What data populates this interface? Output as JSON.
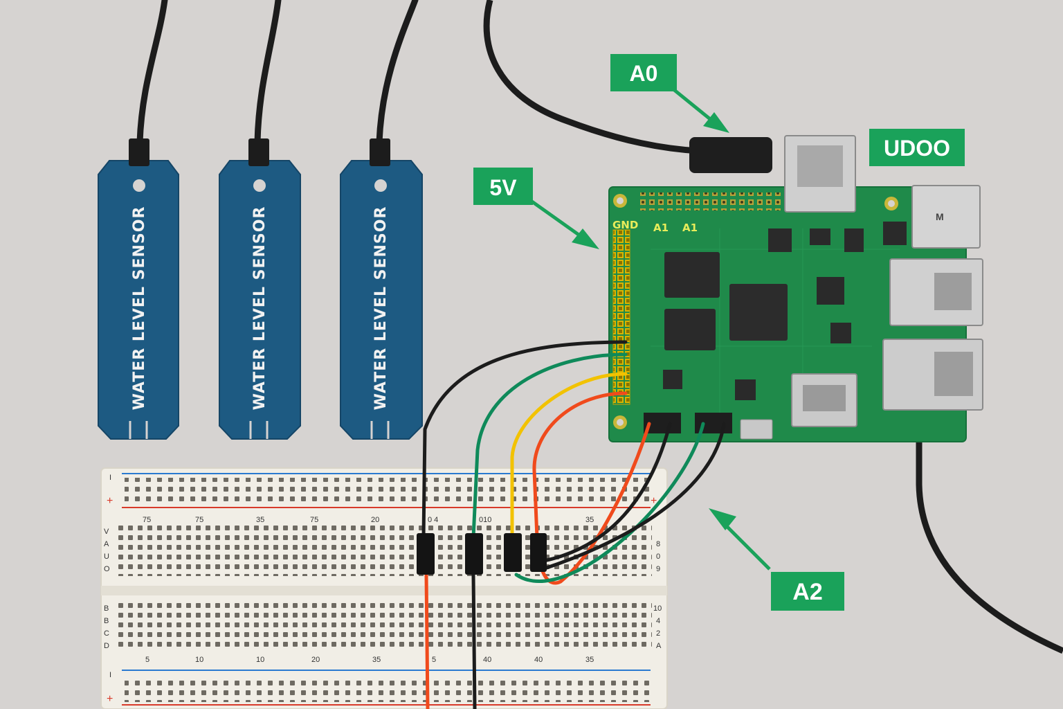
{
  "sensors": [
    {
      "label": "WATER LEVEL SENSOR"
    },
    {
      "label": "WATER LEVEL SENSOR"
    },
    {
      "label": "WATER LEVEL SENSOR"
    }
  ],
  "callouts": {
    "a0": "A0",
    "udoo": "UDOO",
    "v5": "5V",
    "a2": "A2",
    "accent_color": "#1aa25a"
  },
  "board": {
    "gnd": "GND",
    "a1_left": "A1",
    "a1_right": "A1",
    "usb_mark": "M"
  },
  "breadboard": {
    "top_numbers": [
      "75",
      "75",
      "35",
      "75",
      "20",
      "0 4",
      "010",
      "35"
    ],
    "bottom_numbers": [
      "5",
      "10",
      "10",
      "20",
      "35",
      "5",
      "40",
      "40",
      "35"
    ],
    "left_top_letters": [
      "V",
      "A",
      "U",
      "O"
    ],
    "left_bottom_letters": [
      "B",
      "B",
      "C",
      "D"
    ],
    "right_top_letters": [
      "8",
      "0",
      "9"
    ],
    "right_bottom_letters": [
      "10",
      "4",
      "2",
      "A"
    ],
    "rail_plus": "+",
    "rail_minus": "I"
  },
  "wire_colors": {
    "black": "#1c1c1c",
    "green": "#0f8a5a",
    "yellow": "#f2c200",
    "red": "#f04a1c"
  }
}
